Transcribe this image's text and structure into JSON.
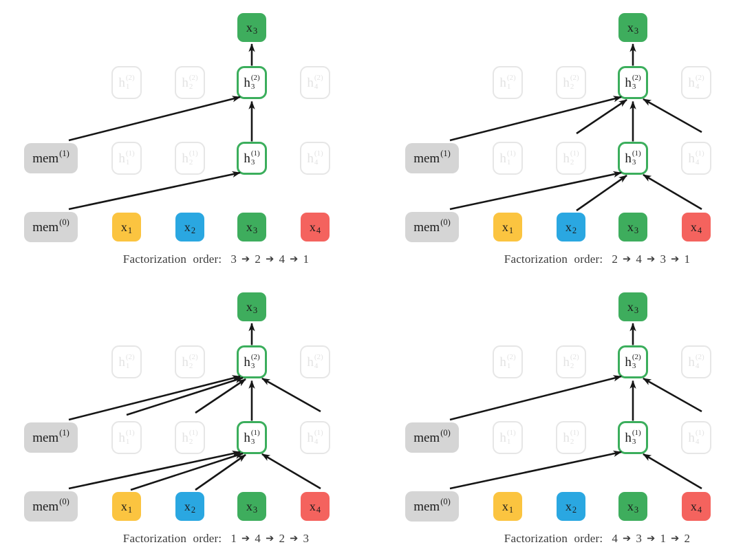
{
  "figure": {
    "caption_prefix": "Factorization order:",
    "arrow_glyph": "➔",
    "colors": {
      "background": "#ffffff",
      "x1": "#fbc440",
      "x2": "#2aa7e1",
      "x3": "#3ead5d",
      "x4": "#f4635e",
      "mem_fill": "#d5d5d5",
      "node_fill": "#ffffff",
      "highlight_border": "#3bae5c",
      "faded_border": "#e6e6e6",
      "faded_text": "#e3e3e3",
      "arrow": "#161616",
      "text": "#1c1c1c",
      "caption_text": "#3a3a3a"
    },
    "labels": {
      "mem0": {
        "base": "mem",
        "sup": "(0)"
      },
      "mem1": {
        "base": "mem",
        "sup": "(1)"
      },
      "inputs": [
        {
          "base": "x",
          "sub": "1"
        },
        {
          "base": "x",
          "sub": "2"
        },
        {
          "base": "x",
          "sub": "3"
        },
        {
          "base": "x",
          "sub": "4"
        }
      ],
      "hidden_layer1": [
        {
          "base": "h",
          "sub": "1",
          "sup": "(1)"
        },
        {
          "base": "h",
          "sub": "2",
          "sup": "(1)"
        },
        {
          "base": "h",
          "sub": "3",
          "sup": "(1)"
        },
        {
          "base": "h",
          "sub": "4",
          "sup": "(1)"
        }
      ],
      "hidden_layer2": [
        {
          "base": "h",
          "sub": "1",
          "sup": "(2)"
        },
        {
          "base": "h",
          "sub": "2",
          "sup": "(2)"
        },
        {
          "base": "h",
          "sub": "3",
          "sup": "(2)"
        },
        {
          "base": "h",
          "sub": "4",
          "sup": "(2)"
        }
      ],
      "output": {
        "base": "x",
        "sub": "3"
      }
    },
    "panels": [
      {
        "position": "top-left",
        "order": [
          "3",
          "2",
          "4",
          "1"
        ],
        "mem_middle": "mem1",
        "mem_bottom": "mem0",
        "layer2_sources": [
          "mem",
          "h3"
        ],
        "layer1_sources": [
          "mem"
        ]
      },
      {
        "position": "top-right",
        "order": [
          "2",
          "4",
          "3",
          "1"
        ],
        "mem_middle": "mem1",
        "mem_bottom": "mem0",
        "layer2_sources": [
          "mem",
          "h2",
          "h3",
          "h4"
        ],
        "layer1_sources": [
          "mem",
          "x2",
          "x4"
        ]
      },
      {
        "position": "bottom-left",
        "order": [
          "1",
          "4",
          "2",
          "3"
        ],
        "mem_middle": "mem1",
        "mem_bottom": "mem0",
        "layer2_sources": [
          "mem",
          "h1",
          "h2",
          "h3",
          "h4"
        ],
        "layer1_sources": [
          "mem",
          "x1",
          "x2",
          "x4"
        ]
      },
      {
        "position": "bottom-right",
        "order": [
          "4",
          "3",
          "1",
          "2"
        ],
        "mem_middle": "mem0",
        "mem_bottom": "mem0",
        "layer2_sources": [
          "mem",
          "h3",
          "h4"
        ],
        "layer1_sources": [
          "mem",
          "x4"
        ]
      }
    ]
  }
}
